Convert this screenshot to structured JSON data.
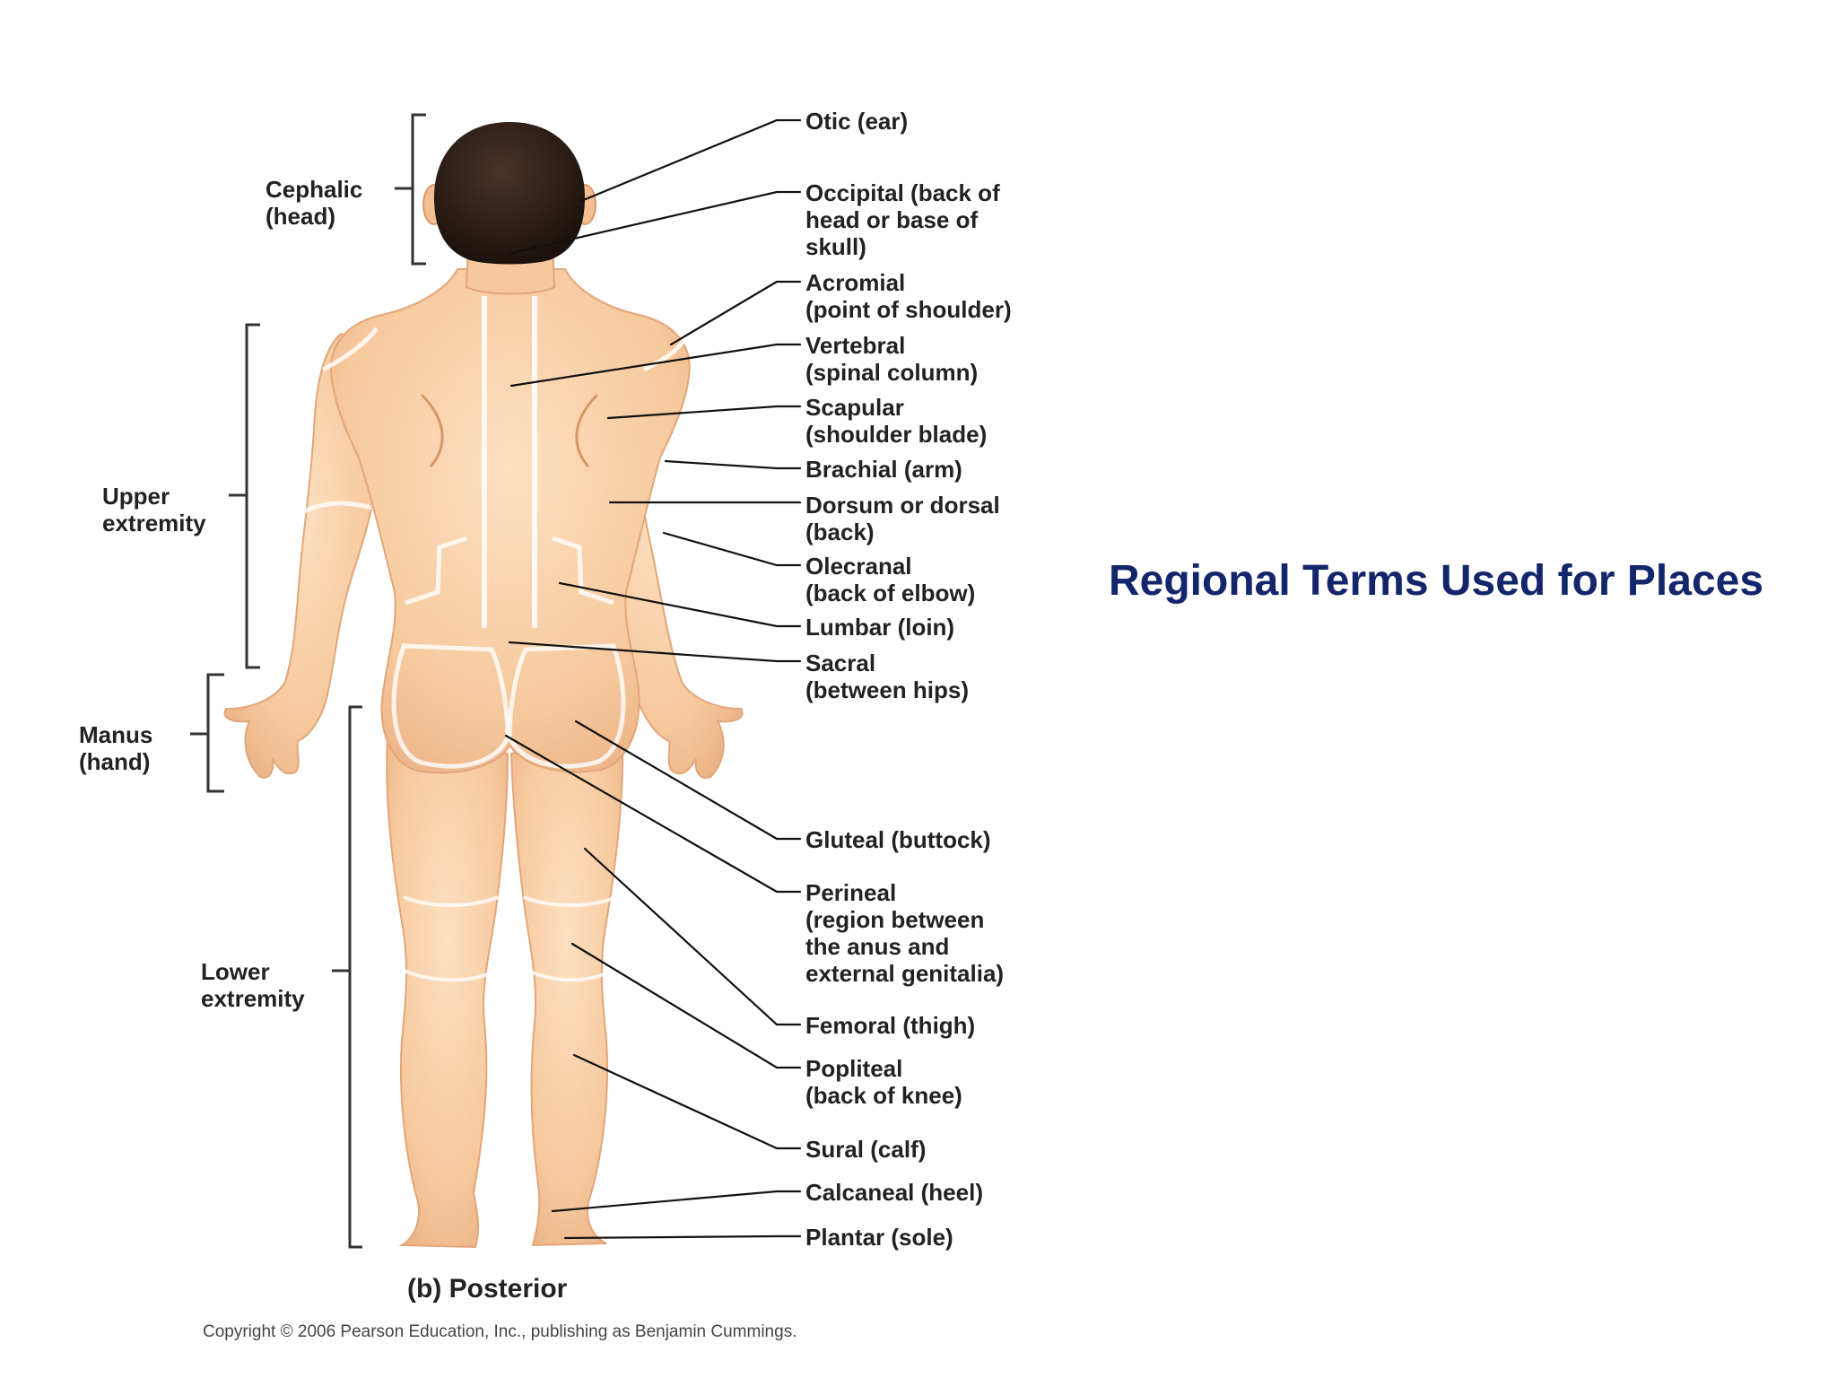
{
  "slide": {
    "title": "Regional Terms Used for Places"
  },
  "figure": {
    "caption": "(b)  Posterior",
    "copyright": "Copyright © 2006 Pearson Education, Inc., publishing as Benjamin Cummings.",
    "skin_color": "#f8cfa6",
    "skin_shadow": "#eab084",
    "hair_color": "#2a1b14",
    "line_color": "#111111",
    "left_labels": [
      {
        "id": "cephalic",
        "lines": [
          "Cephalic",
          "(head)"
        ]
      },
      {
        "id": "upper",
        "lines": [
          "Upper",
          "extremity"
        ]
      },
      {
        "id": "manus",
        "lines": [
          "Manus",
          "(hand)"
        ]
      },
      {
        "id": "lower",
        "lines": [
          "Lower",
          "extremity"
        ]
      }
    ],
    "right_labels": [
      {
        "id": "otic",
        "lines": [
          "Otic (ear)"
        ]
      },
      {
        "id": "occipital",
        "lines": [
          "Occipital (back of",
          "head or base of",
          "skull)"
        ]
      },
      {
        "id": "acromial",
        "lines": [
          "Acromial",
          "(point of shoulder)"
        ]
      },
      {
        "id": "vertebral",
        "lines": [
          "Vertebral",
          "(spinal column)"
        ]
      },
      {
        "id": "scapular",
        "lines": [
          "Scapular",
          "(shoulder blade)"
        ]
      },
      {
        "id": "brachial",
        "lines": [
          "Brachial (arm)"
        ]
      },
      {
        "id": "dorsum",
        "lines": [
          "Dorsum or dorsal",
          "(back)"
        ]
      },
      {
        "id": "olecranal",
        "lines": [
          "Olecranal",
          "(back of elbow)"
        ]
      },
      {
        "id": "lumbar",
        "lines": [
          "Lumbar (loin)"
        ]
      },
      {
        "id": "sacral",
        "lines": [
          "Sacral",
          "(between hips)"
        ]
      },
      {
        "id": "gluteal",
        "lines": [
          "Gluteal (buttock)"
        ]
      },
      {
        "id": "perineal",
        "lines": [
          "Perineal",
          "(region between",
          "the anus and",
          "external genitalia)"
        ]
      },
      {
        "id": "femoral",
        "lines": [
          "Femoral (thigh)"
        ]
      },
      {
        "id": "popliteal",
        "lines": [
          "Popliteal",
          "(back of knee)"
        ]
      },
      {
        "id": "sural",
        "lines": [
          "Sural (calf)"
        ]
      },
      {
        "id": "calcaneal",
        "lines": [
          "Calcaneal (heel)"
        ]
      },
      {
        "id": "plantar",
        "lines": [
          "Plantar (sole)"
        ]
      }
    ]
  }
}
